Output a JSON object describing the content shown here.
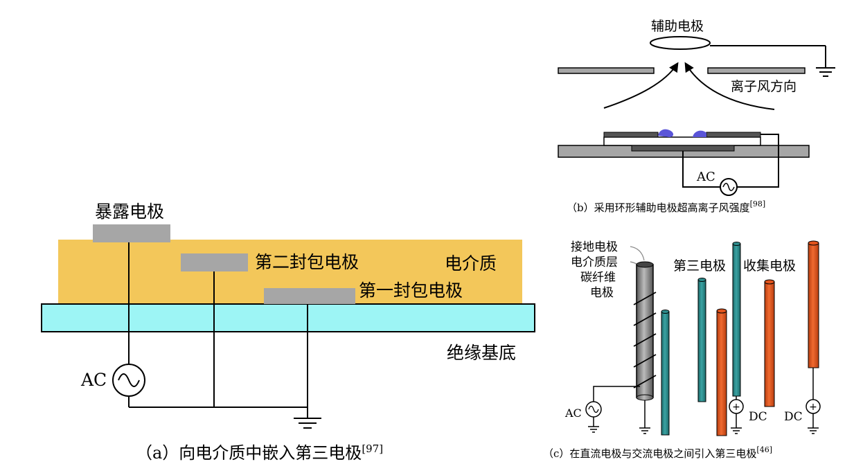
{
  "panel_a": {
    "exposed_electrode": "暴露电极",
    "second_encapsulated": "第二封包电极",
    "first_encapsulated": "第一封包电极",
    "dielectric": "电介质",
    "substrate": "绝缘基底",
    "ac": "AC",
    "caption": "（a）向电介质中嵌入第三电极",
    "ref": "[97]"
  },
  "panel_b": {
    "aux_electrode": "辅助电极",
    "ion_wind": "离子风方向",
    "ac": "AC",
    "caption": "（b）采用环形辅助电极超高离子风强度",
    "ref": "[98]"
  },
  "panel_c": {
    "ground_electrode": "接地电极",
    "dielectric_layer": "电介质层",
    "carbon_fiber": "碳纤维",
    "electrode": "电极",
    "third_electrode": "第三电极",
    "collector": "收集电极",
    "ac": "AC",
    "dc1": "DC",
    "dc2": "DC",
    "caption": "（c）在直流电极与交流电极之间引入第三电极",
    "ref": "[46]"
  },
  "colors": {
    "dielectric": "#F3C75A",
    "substrate": "#9DF5F5",
    "electrode_gray": "#A6A6A6",
    "teal": "#2E8B8B",
    "orange": "#E2541C",
    "plasma": "#5A55D8"
  }
}
